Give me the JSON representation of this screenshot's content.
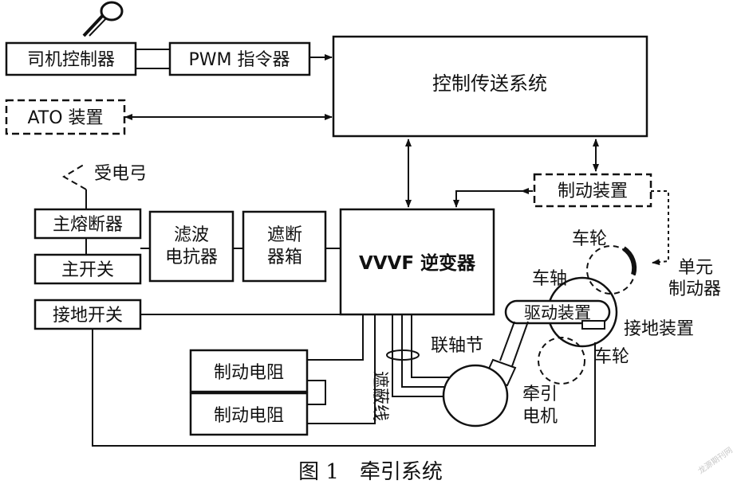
{
  "blocks": {
    "driver_controller": "司机控制器",
    "pwm": "PWM 指令器",
    "control_system": "控制传送系统",
    "ato": "ATO 装置",
    "pantograph": "受电弓",
    "main_fuse": "主熔断器",
    "main_switch": "主开关",
    "ground_switch": "接地开关",
    "filter_line1": "滤波",
    "filter_line2": "电抗器",
    "breaker_line1": "遮断",
    "breaker_line2": "器箱",
    "vvvf": "VVVF 逆变器",
    "brake_device": "制动装置",
    "brake_resistor_1": "制动电阻",
    "brake_resistor_2": "制动电阻"
  },
  "labels": {
    "wheel_top": "车轮",
    "axle": "车轴",
    "unit_brake_line1": "单元",
    "unit_brake_line2": "制动器",
    "drive_device": "驱动装置",
    "grounding_device": "接地装置",
    "wheel_bottom": "车轮",
    "coupling": "联轴节",
    "shield_wire": "遮蔽线",
    "motor_line1": "牵引",
    "motor_line2": "电机"
  },
  "caption": {
    "number": "图 1",
    "title": "牵引系统"
  },
  "watermark": "龙源期刊网"
}
